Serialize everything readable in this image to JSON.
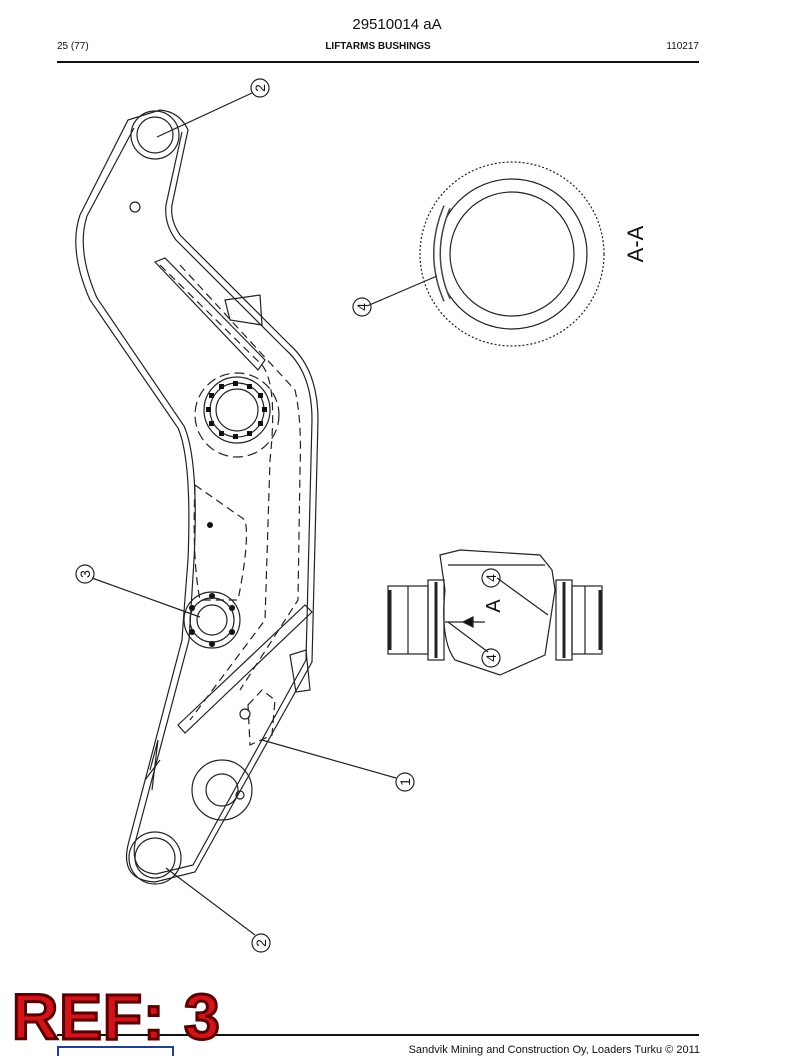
{
  "header": {
    "doc_number": "29510014 aA",
    "page_count": "25 (77)",
    "section_title": "LIFTARMS BUSHINGS",
    "doc_code": "110217"
  },
  "drawing": {
    "callouts": [
      "2",
      "4",
      "3",
      "4",
      "4",
      "1",
      "2"
    ],
    "section_label": "A-A",
    "view_arrow_label": "A"
  },
  "footer": {
    "copyright": "Sandvik Mining and Construction Oy, Loaders Turku © 2011"
  },
  "stamp": {
    "text": "REF: 3"
  }
}
